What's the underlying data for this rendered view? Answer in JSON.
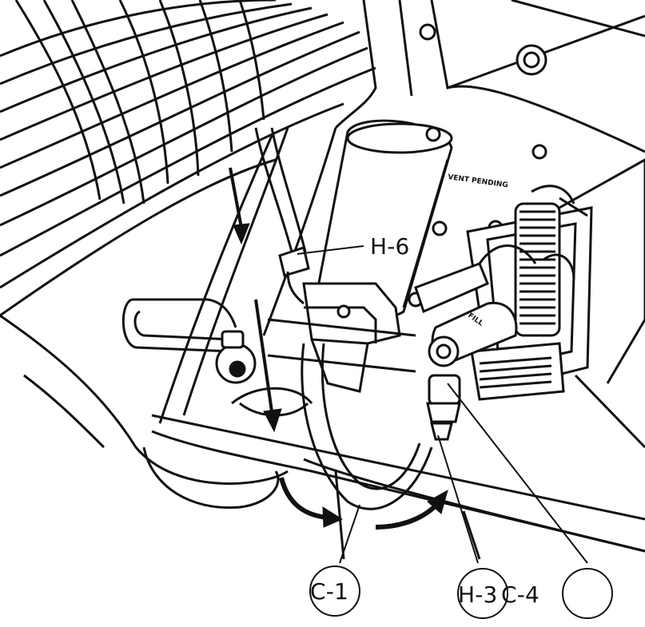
{
  "diagram": {
    "labels": {
      "h6": "H-6",
      "c1": "C-1",
      "h3": "H-3",
      "c4": "C-4",
      "circle_blank": ""
    },
    "embossed_text": "VENT PENDING",
    "lever_mark": "FILL",
    "colors": {
      "stroke": "#111111",
      "background": "#ffffff",
      "shade": "#dcdcdc"
    }
  }
}
